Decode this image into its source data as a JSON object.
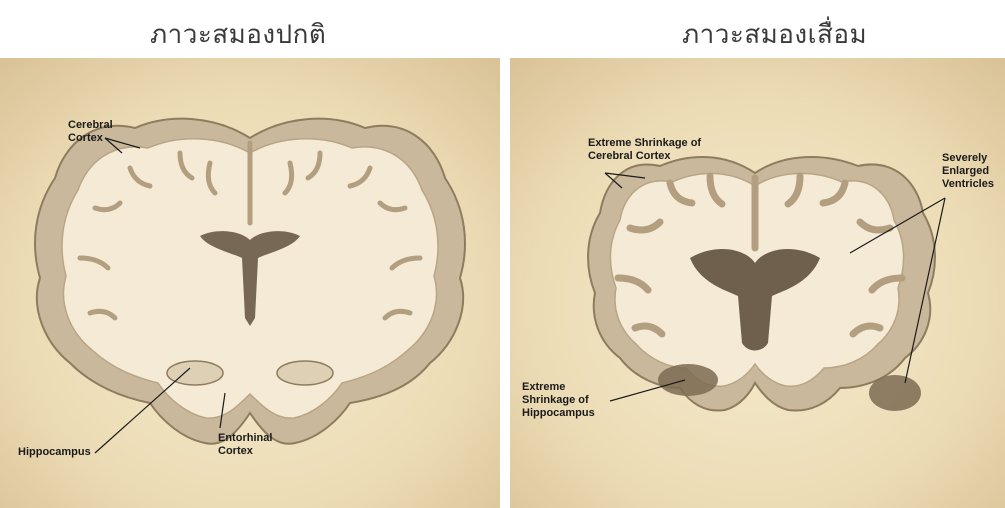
{
  "titles": {
    "normal": "ภาวะสมองปกติ",
    "dementia": "ภาวะสมองเสื่อม"
  },
  "labels": {
    "normal": {
      "cerebral_cortex_1": "Cerebral",
      "cerebral_cortex_2": "Cortex",
      "hippocampus": "Hippocampus",
      "entorhinal_1": "Entorhinal",
      "entorhinal_2": "Cortex"
    },
    "dementia": {
      "shrink_cortex_1": "Extreme Shrinkage of",
      "shrink_cortex_2": "Cerebral Cortex",
      "ventricles_1": "Severely",
      "ventricles_2": "Enlarged",
      "ventricles_3": "Ventricles",
      "shrink_hippo_1": "Extreme",
      "shrink_hippo_2": "Shrinkage of",
      "shrink_hippo_3": "Hippocampus"
    }
  },
  "colors": {
    "background_parchment": "#efe2c2",
    "brain_white_matter": "#f4ead6",
    "brain_grey_matter": "#c8b79a",
    "brain_outline": "#8f7c5f",
    "ventricle_dark": "#6e5f49"
  }
}
